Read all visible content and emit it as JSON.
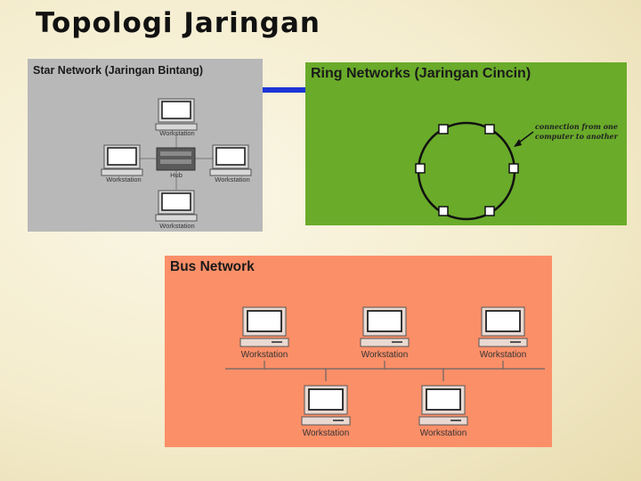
{
  "slide": {
    "title": "Topologi Jaringan"
  },
  "star": {
    "title": "Star Network (Jaringan Bintang)",
    "hub_label": "Hub",
    "labels": {
      "top": "Workstation",
      "left": "Workstation",
      "right": "Workstation",
      "bottom": "Workstation"
    }
  },
  "ring": {
    "title": "Ring Networks (Jaringan Cincin)",
    "annotation_line1": "connection from one",
    "annotation_line2": "computer to another"
  },
  "bus": {
    "title": "Bus Network",
    "workstations": [
      "Workstation",
      "Workstation",
      "Workstation",
      "Workstation",
      "Workstation"
    ]
  },
  "colors": {
    "star_bg": "#b8b8b8",
    "ring_bg": "#6aab2a",
    "bus_bg": "#fb8f68",
    "connector": "#1d35d6"
  }
}
